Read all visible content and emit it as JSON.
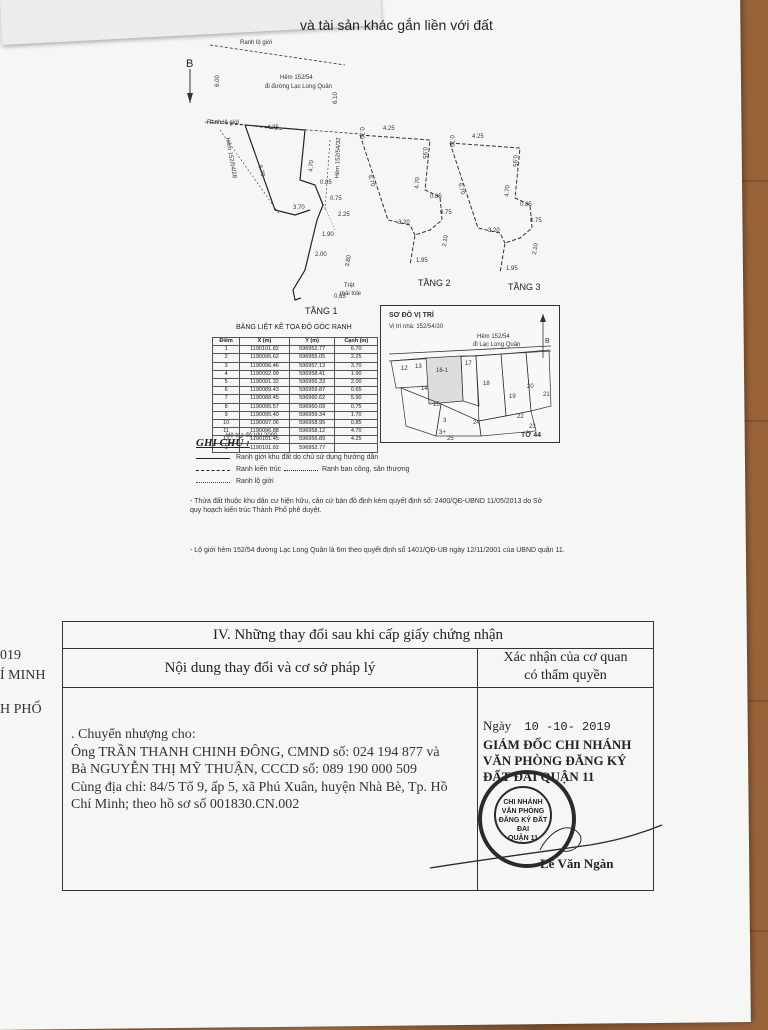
{
  "header_fragment": "và tài sản khác gắn liền với đất",
  "north": "B",
  "top_road": {
    "boundary": "Ranh lộ giới",
    "alley": "Hẻm 152/54",
    "direction": "đi đường Lạc Long Quân",
    "width_left": "6.00",
    "width_right": "6.10"
  },
  "floor1": {
    "title": "TẦNG 1",
    "boundary_label": "Ranh lộ giới",
    "side_left": "Hẻm 152/54/28",
    "side_right": "Hẻm 152/54/32",
    "dims": {
      "top": "4.25",
      "left": "6.70",
      "inner": "4.70",
      "a": "0.85",
      "b": "0.75",
      "c": "3.70",
      "d": "2.25",
      "e": "3.80",
      "f": "1.90",
      "g": "2.00",
      "bottom": "0.65",
      "side_l": "0.70",
      "side_r": "0.70"
    },
    "note1": "Trệt",
    "note2": "mái tole",
    "points": [
      "1",
      "2",
      "3",
      "4",
      "5",
      "6",
      "7",
      "8",
      "9",
      "10",
      "11",
      "12"
    ]
  },
  "floor2": {
    "title": "TẦNG 2",
    "top": "4.25",
    "left": "6.70",
    "inner": "4.70",
    "a": "0.85",
    "b": "0.75",
    "c": "3.20",
    "d": "2.10",
    "e": "1.95",
    "side_l": "0.70",
    "side_r": "0.95"
  },
  "floor3": {
    "title": "TẦNG 3",
    "top": "4.25",
    "left": "6.70",
    "inner": "4.70",
    "a": "0.85",
    "b": "0.75",
    "c": "3.20",
    "d": "2.10",
    "e": "1.95",
    "side_l": "0.70",
    "side_r": "0.95"
  },
  "coord_table": {
    "title": "BẢNG LIỆT KÊ TỌA ĐỘ GÓC RANH",
    "headers": [
      "Điểm",
      "X (m)",
      "Y (m)",
      "Cạnh (m)"
    ],
    "rows": [
      [
        "1",
        "1190101.82",
        "596952.77",
        "6.70"
      ],
      [
        "2",
        "1190095.62",
        "596955.05",
        "2.25"
      ],
      [
        "3",
        "1190096.46",
        "596957.13",
        "3.70"
      ],
      [
        "4",
        "1190092.99",
        "596958.41",
        "1.90"
      ],
      [
        "5",
        "1190091.32",
        "596955.33",
        "2.00"
      ],
      [
        "6",
        "1190089.43",
        "596959.87",
        "0.65"
      ],
      [
        "7",
        "1190088.45",
        "596960.62",
        "5.90"
      ],
      [
        "8",
        "1190095.57",
        "596960.09",
        "0.75"
      ],
      [
        "9",
        "1190095.40",
        "596959.34",
        "1.70"
      ],
      [
        "10",
        "1190097.06",
        "596958.95",
        "0.85"
      ],
      [
        "11",
        "1190096.88",
        "596958.12",
        "4.70"
      ],
      [
        "12",
        "1190101.45",
        "596956.89",
        "4.25"
      ],
      [
        "1",
        "1190101.82",
        "596952.77",
        ""
      ]
    ],
    "system": "Hệ tọa độ VN-2000"
  },
  "location_map": {
    "title": "SƠ ĐỒ VỊ TRÍ",
    "position": "Vị trí nhà: 152/54/30",
    "alley": "Hẻm 152/54",
    "direction": "đi Lạc Long Quân",
    "north": "B",
    "parcels": [
      "12",
      "13",
      "16-1",
      "17",
      "18",
      "19",
      "20",
      "21",
      "14",
      "15",
      "24",
      "22",
      "3",
      "3+",
      "23",
      "25"
    ],
    "sheet": "TỜ 44"
  },
  "legend": {
    "title": "GHI CHÚ :",
    "items": [
      "Ranh giới khu đất do chủ sử dụng hướng dẫn",
      "Ranh kiến trúc",
      "Ranh ban công, sân thượng",
      "Ranh lộ giới"
    ]
  },
  "notes": [
    "- Thửa đất thuộc khu dân cư hiện hữu, căn cứ bản đồ định kèm quyết định số: 2400/QĐ-UBND 11/05/2013 do Sở quy hoạch kiến trúc Thành Phố phê duyệt.",
    "- Lộ giới hẻm 152/54 đường Lạc Long Quân là 6m theo quyết định số 1401/QĐ-UB ngày 12/11/2001 của UBND quận 11."
  ],
  "side_fragments": [
    "019",
    "Í MINH",
    "H PHỐ"
  ],
  "section": {
    "title": "IV. Những thay đổi sau khi cấp giấy chứng nhận",
    "col1": "Nội dung thay đổi và cơ sở pháp lý",
    "col2_line1": "Xác nhận của cơ quan",
    "col2_line2": "có thẩm quyền",
    "content": [
      ". Chuyển nhượng cho:",
      "Ông TRẦN THANH CHINH ĐÔNG, CMND số: 024 194 877 và",
      "Bà NGUYỄN THỊ MỸ THUẬN, CCCD số: 089 190 000 509",
      "Cùng địa chỉ: 84/5 Tổ 9, ấp 5, xã Phú Xuân, huyện Nhà Bè, Tp. Hồ",
      "Chí Minh; theo hồ sơ số 001830.CN.002"
    ],
    "date_label": "Ngày",
    "date_value": "10 -10- 2019",
    "signer_title1": "GIÁM ĐỐC CHI NHÁNH",
    "signer_title2": "VĂN PHÒNG ĐĂNG KÝ",
    "signer_title3": "ĐẤT ĐAI QUẬN 11",
    "stamp_lines": [
      "CHI NHÁNH",
      "VĂN PHÒNG",
      "ĐĂNG KÝ ĐẤT ĐAI",
      "QUẬN 11"
    ],
    "signer_name": "Lê Văn Ngàn"
  }
}
